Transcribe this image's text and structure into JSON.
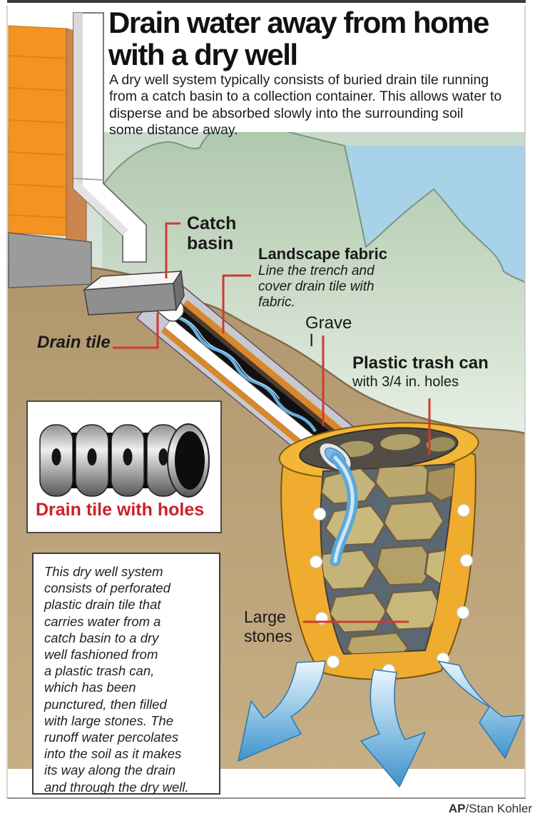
{
  "header": {
    "title_lines": [
      "Drain water away from home",
      "with a dry well"
    ],
    "intro_lines": [
      "A dry well system typically consists of buried drain tile running",
      "from a catch basin to a collection container. This allows water to",
      "disperse and be absorbed slowly into the surrounding soil",
      "some distance away."
    ]
  },
  "labels": {
    "catch_basin": {
      "lines": [
        "Catch",
        "basin"
      ]
    },
    "landscape_fabric": {
      "title": "Landscape fabric",
      "note_lines": [
        "Line the trench and",
        "cover drain tile with",
        "fabric."
      ]
    },
    "gravel": {
      "lines": [
        "Grave",
        "l"
      ]
    },
    "plastic_trash_can": {
      "title": "Plastic trash can",
      "subtitle": "with 3/4 in. holes"
    },
    "drain_tile": {
      "text": "Drain tile"
    },
    "large_stones": {
      "lines": [
        "Large",
        "stones"
      ]
    },
    "inset_caption": "Drain tile with holes"
  },
  "description_box": {
    "lines": [
      "This dry well system",
      "consists of perforated",
      "plastic drain tile that",
      "carries water from a",
      "catch basin to a dry",
      "well fashioned from",
      "a plastic trash can,",
      "which has been",
      "punctured, then filled",
      "with large stones. The",
      "runoff water percolates",
      "into the soil as it makes",
      "its way along the drain",
      "and through the dry well."
    ]
  },
  "credit": {
    "bold": "AP",
    "rest": "/Stan Kohler"
  },
  "colors": {
    "house_orange": "#f49322",
    "house_trim": "#cd8550",
    "foundation_gray": "#9b9b9b",
    "sky_blue": "#a8d2e7",
    "hill_green": "#aec7ab",
    "soil_brown": "#b1966d",
    "trench_gravel": "#c8c8d0",
    "landscape_fabric_orange": "#d8882a",
    "trash_can_yellow": "#f0ac2e",
    "stone_khaki": "#c5b479",
    "water_blue": "#5ba8da",
    "leader_red": "#ce3a31",
    "caption_red": "#cb2128"
  }
}
